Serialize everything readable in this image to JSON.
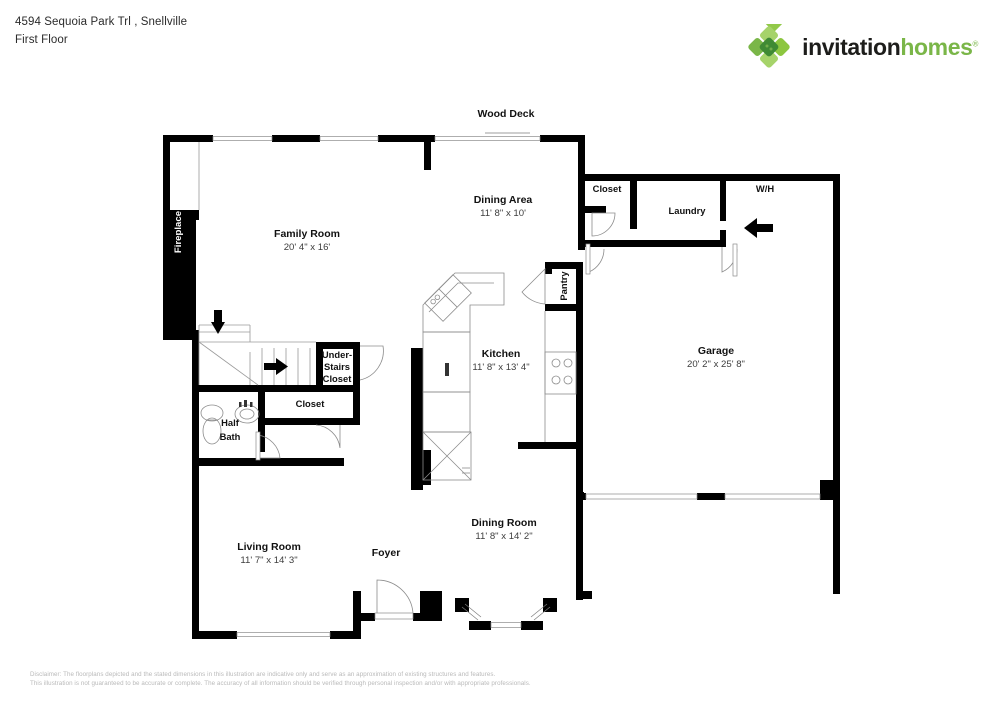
{
  "header": {
    "address": "4594 Sequoia Park Trl , Snellville",
    "floor": "First Floor",
    "logo": {
      "mark_name": "invitation-homes-diamond-logo",
      "word1": "invitation",
      "word2": "homes",
      "trademark": "®",
      "brand_green": "#7ab648",
      "brand_dark_green": "#3f8a34",
      "brand_black": "#1d1d1b"
    }
  },
  "plan": {
    "rooms": {
      "wood_deck": {
        "name": "Wood Deck",
        "dim": ""
      },
      "family_room": {
        "name": "Family Room",
        "dim": "20' 4\" x 16'"
      },
      "dining_area": {
        "name": "Dining Area",
        "dim": "11' 8\" x 10'"
      },
      "closet_top": {
        "name": "Closet",
        "dim": ""
      },
      "laundry": {
        "name": "Laundry",
        "dim": ""
      },
      "water_heater": {
        "name": "W/H",
        "dim": ""
      },
      "garage": {
        "name": "Garage",
        "dim": "20' 2\" x 25' 8\""
      },
      "kitchen": {
        "name": "Kitchen",
        "dim": "11' 8\" x 13' 4\""
      },
      "pantry": {
        "name": "Pantry",
        "dim": ""
      },
      "fireplace": {
        "name": "Fireplace",
        "dim": ""
      },
      "under_stairs": {
        "name_line1": "Under-",
        "name_line2": "Stairs",
        "name_line3": "Closet"
      },
      "closet_mid": {
        "name": "Closet",
        "dim": ""
      },
      "half_bath": {
        "name_line1": "Half",
        "name_line2": "Bath"
      },
      "living_room": {
        "name": "Living Room",
        "dim": "11' 7\" x 14' 3\""
      },
      "foyer": {
        "name": "Foyer",
        "dim": ""
      },
      "dining_room": {
        "name": "Dining Room",
        "dim": "11' 8\" x 14' 2\""
      }
    },
    "markers": {
      "stair_down_arrow": "down-arrow-icon",
      "stair_right_arrow": "right-arrow-icon",
      "wh_left_arrow": "left-arrow-icon"
    },
    "colors": {
      "wall": "#000000",
      "fixture_line": "#8c8c8c",
      "text": "#111111",
      "dim_text": "#3d3d3d"
    }
  },
  "footer": {
    "line1": "Disclaimer: The floorplans depicted and the stated dimensions in this illustration are indicative only and serve as an approximation of existing structures and features.",
    "line2": "This illustration is not guaranteed to be accurate or complete. The accuracy of all information should be verified through personal inspection and/or with appropriate professionals."
  }
}
